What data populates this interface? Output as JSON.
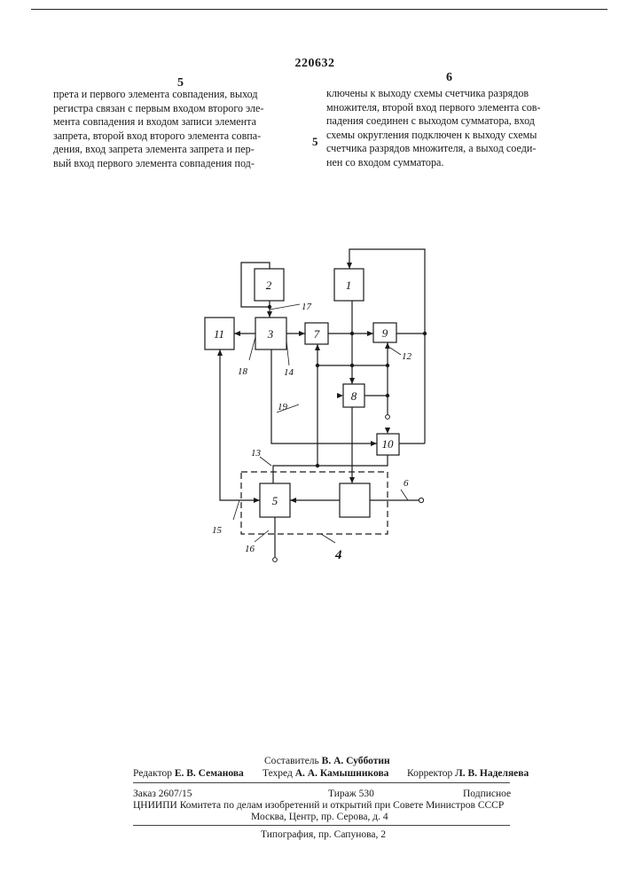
{
  "header": {
    "patent_number": "220632",
    "left_col_number": "5",
    "right_col_number": "6",
    "line_marker": "5"
  },
  "left_column": [
    "прета и первого элемента совпадения, выход",
    "регистра связан с первым входом второго эле-",
    "мента совпадения и входом записи элемента",
    "запрета, второй вход второго элемента совпа-",
    "дения, вход запрета элемента запрета и пер-",
    "вый вход первого элемента совпадения под-"
  ],
  "right_column": [
    "ключены к выходу схемы счетчика  разрядов",
    "множителя, второй вход первого элемента сов-",
    "падения соединен с выходом сумматора, вход",
    "схемы округления подключен к выходу схемы",
    "счетчика разрядов множителя, а выход соеди-",
    "нен со входом сумматора."
  ],
  "diagram_labels": {
    "b1": "1",
    "b2": "2",
    "b3": "3",
    "b5": "5",
    "b7": "7",
    "b8": "8",
    "b9": "9",
    "b10": "10",
    "b11": "11",
    "l4": "4",
    "l6": "6",
    "l12": "12",
    "l13": "13",
    "l14": "14",
    "l15": "15",
    "l16": "16",
    "l17": "17",
    "l18": "18",
    "l19": "19"
  },
  "footer": {
    "compiler_label": "Составитель",
    "compiler_name": "В. А. Субботин",
    "editor_label": "Редактор",
    "editor_name": "Е. В. Семанова",
    "techred_label": "Техред",
    "techred_name": "А. А. Камышникова",
    "corrector_label": "Корректор",
    "corrector_name": "Л. В. Наделяева",
    "order": "Заказ 2607/15",
    "circulation": "Тираж  530",
    "subscription": "Подписное",
    "institute": "ЦНИИПИ Комитета по делам изобретений и открытий при Совете Министров СССР",
    "address": "Москва, Центр, пр. Серова, д. 4",
    "printer": "Типография, пр. Сапунова, 2"
  }
}
